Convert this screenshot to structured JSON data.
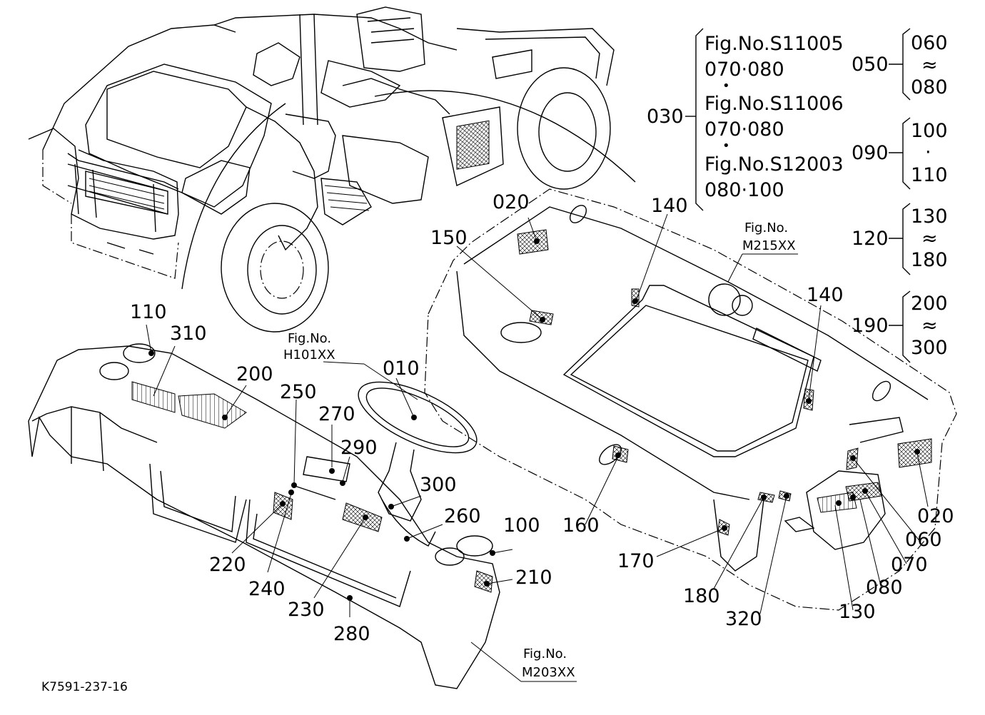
{
  "diagram": {
    "drawing_code": "K7591-237-16",
    "figure_refs": [
      {
        "id": "h101",
        "line1": "Fig.No.",
        "line2": "H101XX"
      },
      {
        "id": "m215",
        "line1": "Fig.No.",
        "line2": "M215XX"
      },
      {
        "id": "m203",
        "line1": "Fig.No.",
        "line2": "M203XX"
      }
    ],
    "fig_table": {
      "label": "030",
      "lines": [
        "Fig.No.S11005",
        "070·080",
        "•",
        "Fig.No.S11006",
        "070·080",
        "•",
        "Fig.No.S12003",
        "080·100"
      ]
    },
    "range_groups": [
      {
        "label": "050",
        "top": "060",
        "mid": "≈",
        "bottom": "080"
      },
      {
        "label": "090",
        "top": "100",
        "mid": "·",
        "bottom": "110"
      },
      {
        "label": "120",
        "top": "130",
        "mid": "≈",
        "bottom": "180"
      },
      {
        "label": "190",
        "top": "200",
        "mid": "≈",
        "bottom": "300"
      }
    ],
    "callouts": {
      "c010": "010",
      "c020a": "020",
      "c020b": "020",
      "c060": "060",
      "c070": "070",
      "c080": "080",
      "c100": "100",
      "c110": "110",
      "c130": "130",
      "c140a": "140",
      "c140b": "140",
      "c150": "150",
      "c160": "160",
      "c170": "170",
      "c180": "180",
      "c200": "200",
      "c210": "210",
      "c220": "220",
      "c230": "230",
      "c240": "240",
      "c250": "250",
      "c260": "260",
      "c270": "270",
      "c280": "280",
      "c290": "290",
      "c300": "300",
      "c310": "310",
      "c320": "320"
    }
  }
}
